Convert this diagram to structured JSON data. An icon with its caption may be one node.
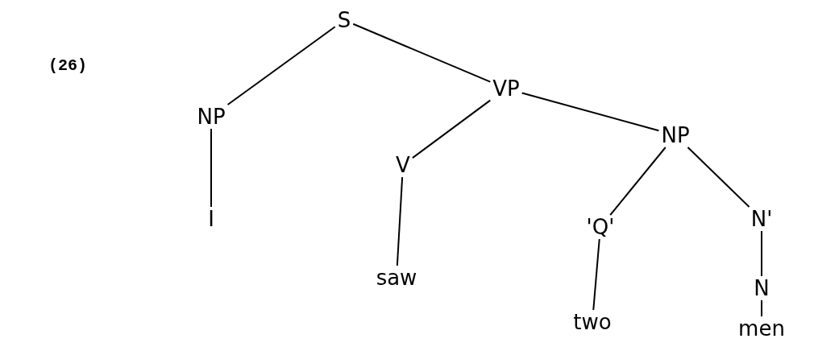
{
  "diagram": {
    "nodes": [
      {
        "text": [
          "S"
        ]
      },
      {
        "text": [
          "NP"
        ]
      },
      {
        "text": [
          "VP"
        ]
      },
      {
        "text": [
          "I"
        ]
      },
      {
        "text": [
          "V"
        ]
      },
      {
        "text": [
          "NP"
        ]
      },
      {
        "text": [
          "saw"
        ]
      },
      {
        "text": [
          "'Q'"
        ]
      },
      {
        "text": [
          "N'"
        ]
      },
      {
        "text": [
          "two"
        ]
      },
      {
        "text": [
          "N"
        ]
      },
      {
        "text": [
          "men"
        ]
      }
    ],
    "edges": [
      {
        "from": 0,
        "to": 1,
        "arrow": "none"
      },
      {
        "from": 0,
        "to": 2,
        "arrow": "none"
      },
      {
        "from": 1,
        "to": 3,
        "arrow": "none"
      },
      {
        "from": 2,
        "to": 4,
        "arrow": "none"
      },
      {
        "from": 2,
        "to": 5,
        "arrow": "none"
      },
      {
        "from": 4,
        "to": 6,
        "arrow": "none"
      },
      {
        "from": 5,
        "to": 7,
        "arrow": "none"
      },
      {
        "from": 5,
        "to": 8,
        "arrow": "none"
      },
      {
        "from": 7,
        "to": 9,
        "arrow": "none"
      },
      {
        "from": 8,
        "to": 10,
        "arrow": "none"
      },
      {
        "from": 10,
        "to": 11,
        "arrow": "none"
      }
    ],
    "labels": [
      "(26)"
    ]
  }
}
